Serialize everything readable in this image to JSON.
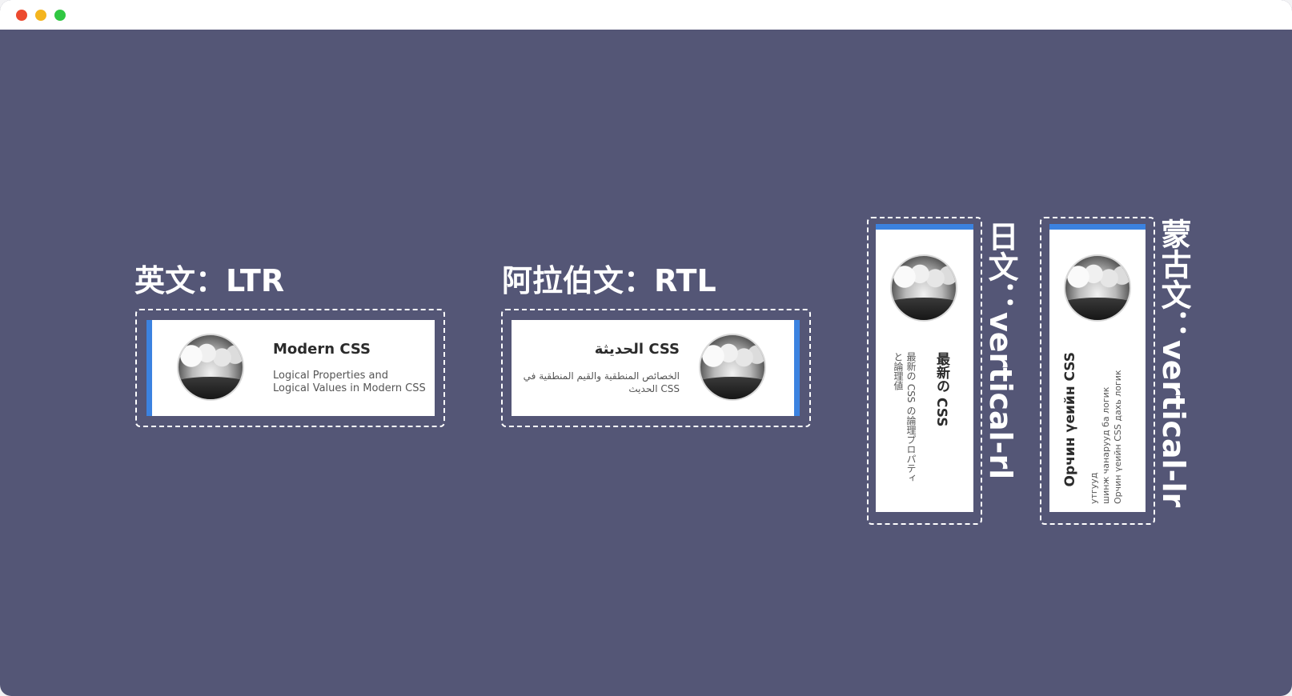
{
  "colors": {
    "background": "#545676",
    "accent": "#3b82e0",
    "card": "#ffffff"
  },
  "window_controls": [
    "close",
    "minimize",
    "zoom"
  ],
  "sections": {
    "ltr": {
      "heading": "英文：LTR",
      "title": "Modern CSS",
      "subtitle_line1": "Logical Properties and",
      "subtitle_line2": "Logical Values in Modern CSS"
    },
    "rtl": {
      "heading": "阿拉伯文：RTL",
      "title": "CSS الحديثة",
      "subtitle_line1": "الخصائص المنطقية والقيم المنطقية في",
      "subtitle_line2": "CSS الحديث"
    },
    "vertical_rl": {
      "heading": "日文：vertical-rl",
      "title": "最新の CSS",
      "subtitle_line1": "最新の CSS の論理プロパティ",
      "subtitle_line2": "と論理値"
    },
    "vertical_lr": {
      "heading": "蒙古文：vertical-lr",
      "title": "Орчин үеийн CSS",
      "subtitle_line1": "Орчин үеийн CSS дахь логик",
      "subtitle_line2": "шинж чанарууд ба логик",
      "subtitle_line3": "утгууд"
    }
  }
}
